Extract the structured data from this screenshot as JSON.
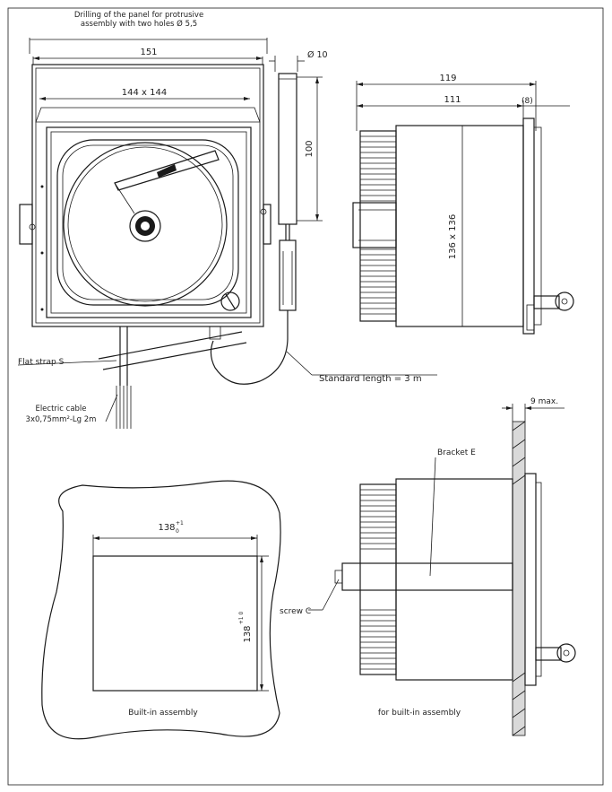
{
  "title": {
    "line1": "Drilling of the panel for protrusive",
    "line2": "assembly with two holes Ø 5,5"
  },
  "dims": {
    "w151": "151",
    "w144": "144 x 144",
    "dia10": "Ø 10",
    "len100": "100",
    "w119": "119",
    "w111": "111",
    "w8": "(8)",
    "side136": "136 x 136",
    "max9": "9 max.",
    "cut138_top": "138",
    "cut138_top_tol_up": "+1",
    "cut138_top_tol_dn": "0",
    "cut138_side": "138",
    "cut138_side_tol": "+1 0"
  },
  "labels": {
    "flat_strap": "Flat strap S",
    "electric_cable_1": "Electric cable",
    "electric_cable_2": "3x0,75mm²-Lg 2m",
    "standard_length": "Standard length = 3 m",
    "bracket": "Bracket E",
    "screw": "screw C",
    "builtin": "Built-in assembly",
    "for_builtin": "for built-in assembly"
  }
}
